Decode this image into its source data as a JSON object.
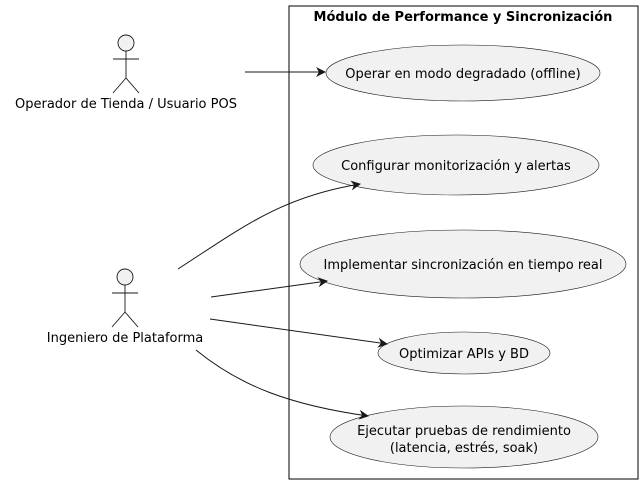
{
  "diagram": {
    "system": {
      "title": "Módulo de Performance y Sincronización"
    },
    "actors": [
      {
        "id": "operador",
        "label": "Operador de Tienda / Usuario POS"
      },
      {
        "id": "ingeniero",
        "label": "Ingeniero de Plataforma"
      }
    ],
    "use_cases": [
      {
        "id": "uc1",
        "lines": [
          "Operar en modo degradado (offline)"
        ]
      },
      {
        "id": "uc2",
        "lines": [
          "Configurar monitorización y alertas"
        ]
      },
      {
        "id": "uc3",
        "lines": [
          "Implementar sincronización en tiempo real"
        ]
      },
      {
        "id": "uc4",
        "lines": [
          "Optimizar APIs y BD"
        ]
      },
      {
        "id": "uc5",
        "lines": [
          "Ejecutar pruebas de rendimiento",
          "(latencia, estrés, soak)"
        ]
      }
    ],
    "associations": [
      {
        "from": "operador",
        "to": "uc1"
      },
      {
        "from": "ingeniero",
        "to": "uc2"
      },
      {
        "from": "ingeniero",
        "to": "uc3"
      },
      {
        "from": "ingeniero",
        "to": "uc4"
      },
      {
        "from": "ingeniero",
        "to": "uc5"
      }
    ]
  }
}
